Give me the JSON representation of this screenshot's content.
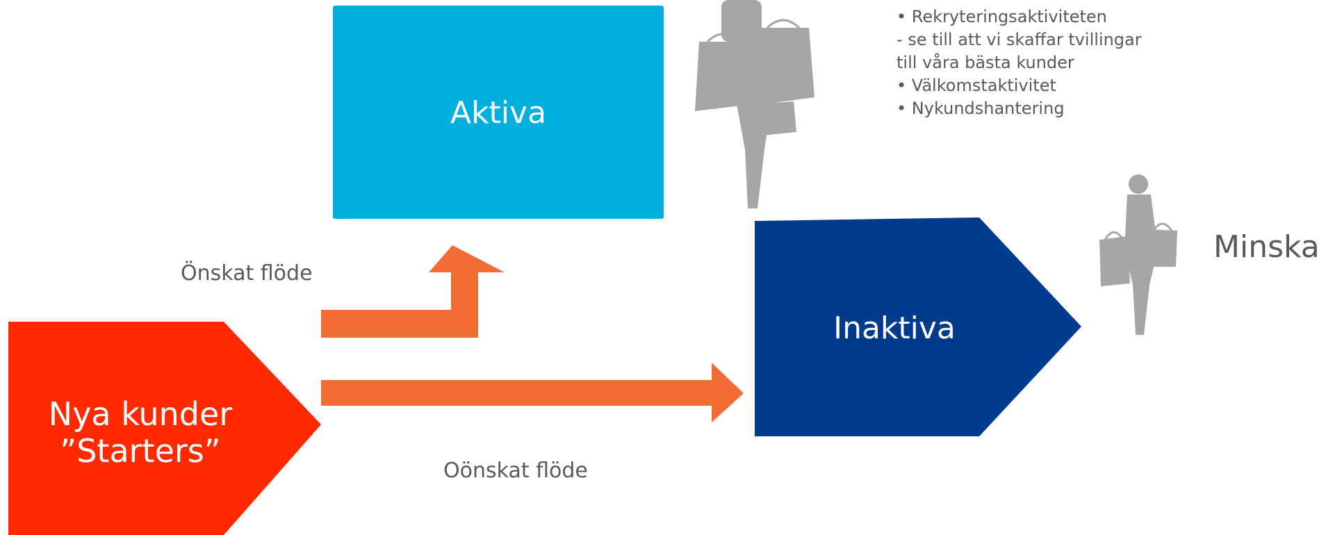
{
  "nodes": {
    "aktiva": {
      "label": "Aktiva"
    },
    "inaktiva": {
      "label": "Inaktiva"
    },
    "starters": {
      "line1": "Nya kunder",
      "line2": "”Starters”"
    }
  },
  "flows": {
    "desired": "Önskat flöde",
    "undesired": "Oönskat flöde"
  },
  "notes": {
    "items": [
      "• Rekryteringsaktiviteten",
      "- se till att vi skaffar tvillingar",
      "till våra bästa kunder",
      "• Välkomstaktivitet",
      "• Nykundshantering"
    ]
  },
  "outcome": {
    "label": "Minska"
  },
  "colors": {
    "aktiva": "#00aee0",
    "inaktiva": "#003b8e",
    "starters": "#ff2a00",
    "arrow": "#f36b35",
    "silhouette": "#a6a6a6",
    "text": "#595959"
  },
  "icons": [
    "shopper-silhouette-icon",
    "shopper-silhouette-icon"
  ]
}
